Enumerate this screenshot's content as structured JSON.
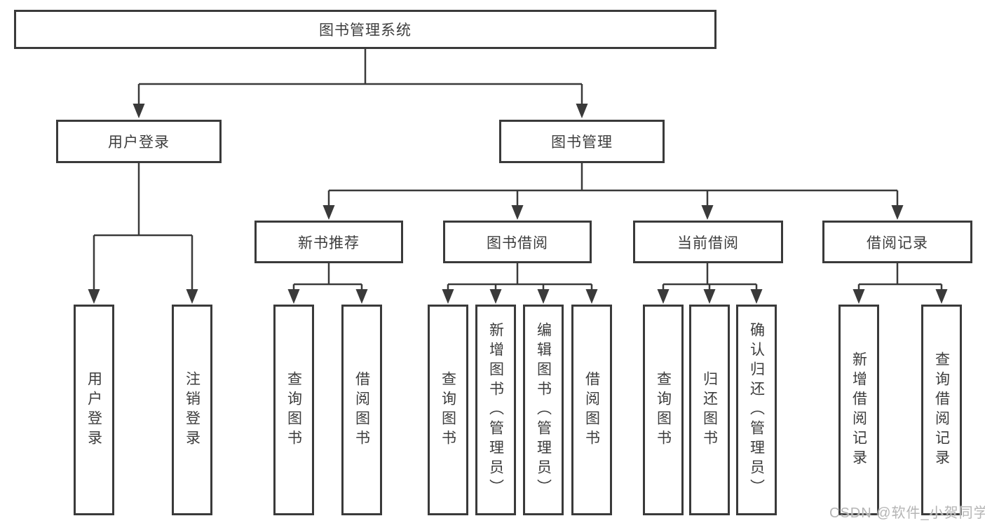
{
  "diagram_type": "tree",
  "line_color": "#3a3a3a",
  "tree": {
    "label": "图书管理系统",
    "children": [
      {
        "label": "用户登录",
        "children": [
          {
            "label": "用户登录"
          },
          {
            "label": "注销登录"
          }
        ]
      },
      {
        "label": "图书管理",
        "children": [
          {
            "label": "新书推荐",
            "children": [
              {
                "label": "查询图书"
              },
              {
                "label": "借阅图书"
              }
            ]
          },
          {
            "label": "图书借阅",
            "children": [
              {
                "label": "查询图书"
              },
              {
                "label": "新增图书（管理员）"
              },
              {
                "label": "编辑图书（管理员）"
              },
              {
                "label": "借阅图书"
              }
            ]
          },
          {
            "label": "当前借阅",
            "children": [
              {
                "label": "查询图书"
              },
              {
                "label": "归还图书"
              },
              {
                "label": "确认归还（管理员）"
              }
            ]
          },
          {
            "label": "借阅记录",
            "children": [
              {
                "label": "新增借阅记录"
              },
              {
                "label": "查询借阅记录"
              }
            ]
          }
        ]
      }
    ]
  },
  "watermark": "CSDN @软件_小贺同学"
}
